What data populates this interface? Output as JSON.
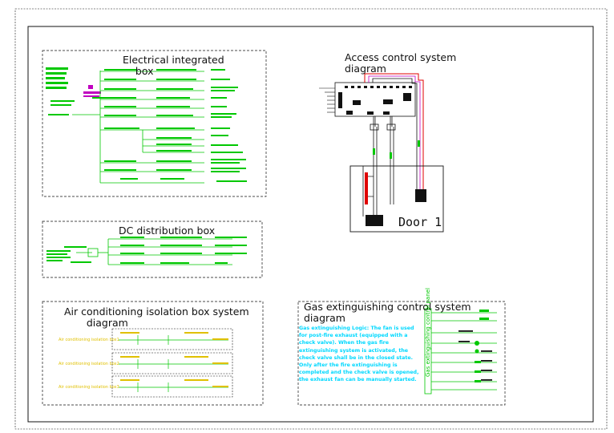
{
  "panels": {
    "electrical": {
      "title": "Electrical integrated\n    box"
    },
    "access": {
      "title": "Access control system\ndiagram",
      "door_label": "Door 1"
    },
    "dc": {
      "title": "DC distribution box"
    },
    "aircon": {
      "title": "Air conditioning isolation box system\n       diagram",
      "rows": [
        "Air conditioning isolation box1",
        "Air conditioning isolation box2",
        "Air conditioning isolation box3"
      ]
    },
    "gas": {
      "title": "Gas extinguishing control system\ndiagram",
      "description": "Gas extinguishing Logic: The fan is used for post-fire exhaust (equipped with a check valve). When the gas fire extinguishing system is activated, the check valve shall be in the closed state. Only after the fire extinguishing is completed and the check valve is opened, the exhaust fan can be manually started.",
      "side_label": "Gas extinguishing control panel"
    }
  },
  "colors": {
    "line": "#00c800",
    "text_green": "#00c800",
    "cyan": "#00d8ff",
    "yellow": "#e0c000",
    "magenta": "#c000c0",
    "red": "#e00000",
    "border": "#111111"
  }
}
